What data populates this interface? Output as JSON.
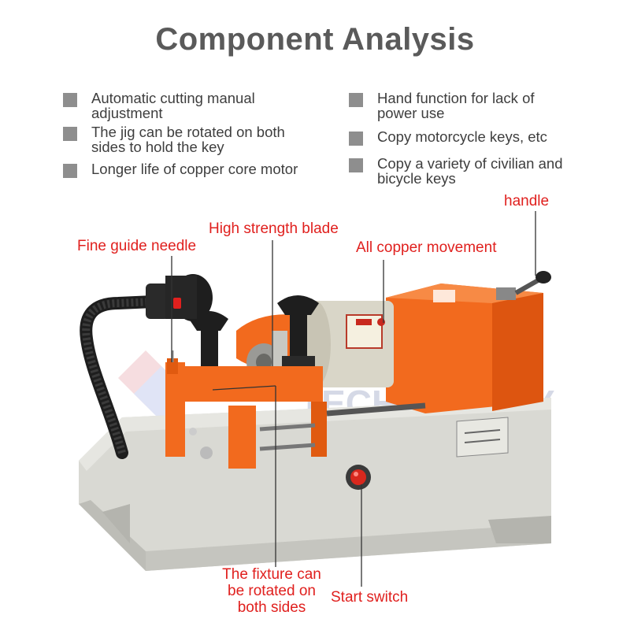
{
  "title": "Component Analysis",
  "features": [
    "Automatic cutting manual\nadjustment",
    "Hand function for lack of\npower use",
    "The jig can be rotated on both\nsides to hold the key",
    "Copy motorcycle keys, etc",
    "Longer life of copper core motor",
    "Copy a variety of civilian and\nbicycle keys"
  ],
  "callouts": {
    "handle": "handle",
    "blade": "High strength blade",
    "needle": "Fine guide needle",
    "movement": "All copper movement",
    "fixture": "The fixture can\nbe rotated on\nboth sides",
    "switch": "Start switch"
  },
  "watermark": "TECHNOLOGY",
  "colors": {
    "accent": "#e0201e",
    "machine_orange": "#f26a1e",
    "base_gray": "#d6d6d0",
    "square_gray": "#8e8e8e"
  }
}
